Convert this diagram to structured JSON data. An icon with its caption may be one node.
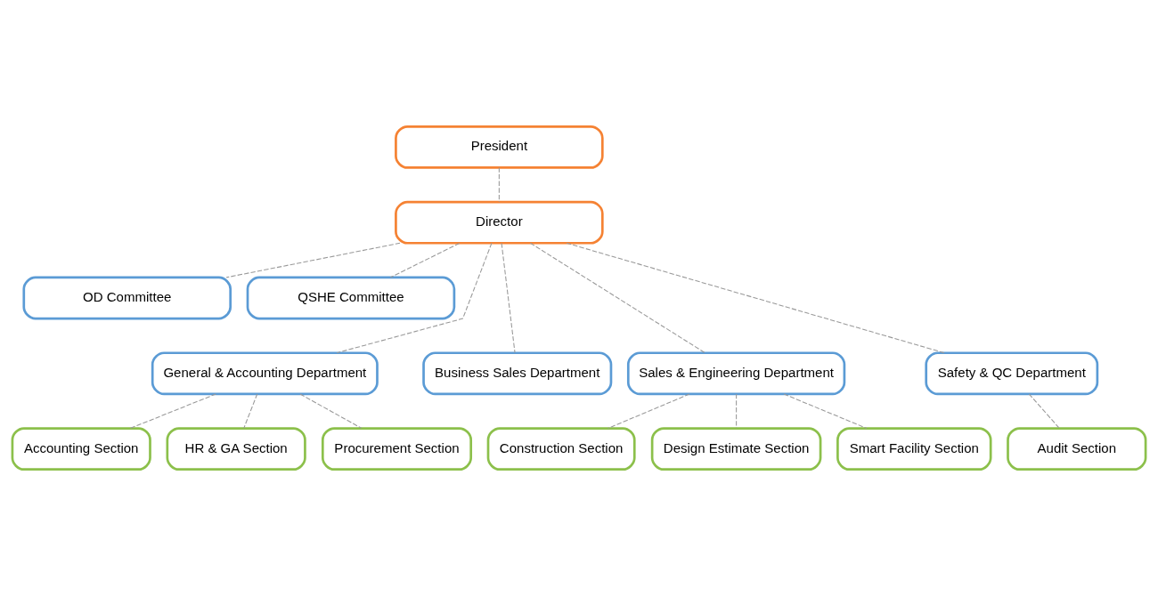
{
  "diagram": {
    "nodes": [
      {
        "text": [
          "President"
        ]
      },
      {
        "text": [
          "Director"
        ]
      },
      {
        "text": [
          "OD Committee"
        ]
      },
      {
        "text": [
          "QSHE Committee"
        ]
      },
      {
        "text": [
          "General & Accounting Department"
        ]
      },
      {
        "text": [
          "Business Sales Department"
        ]
      },
      {
        "text": [
          "Sales & Engineering Department"
        ]
      },
      {
        "text": [
          "Safety & QC Department"
        ]
      },
      {
        "text": [
          "Accounting Section"
        ]
      },
      {
        "text": [
          "HR & GA Section"
        ]
      },
      {
        "text": [
          "Procurement Section"
        ]
      },
      {
        "text": [
          "Construction Section"
        ]
      },
      {
        "text": [
          "Design Estimate Section"
        ]
      },
      {
        "text": [
          "Smart Facility Section"
        ]
      },
      {
        "text": [
          "Audit Section"
        ]
      }
    ],
    "edges": [
      {
        "from": 0,
        "to": 1,
        "arrow": "none",
        "style": "dashed"
      },
      {
        "from": 1,
        "to": 2,
        "arrow": "none",
        "style": "dashed"
      },
      {
        "from": 1,
        "to": 3,
        "arrow": "none",
        "style": "dashed"
      },
      {
        "from": 1,
        "to": 4,
        "arrow": "none",
        "style": "dashed"
      },
      {
        "from": 1,
        "to": 5,
        "arrow": "none",
        "style": "dashed"
      },
      {
        "from": 1,
        "to": 6,
        "arrow": "none",
        "style": "dashed"
      },
      {
        "from": 1,
        "to": 7,
        "arrow": "none",
        "style": "dashed"
      },
      {
        "from": 4,
        "to": 8,
        "arrow": "none",
        "style": "dashed"
      },
      {
        "from": 4,
        "to": 9,
        "arrow": "none",
        "style": "dashed"
      },
      {
        "from": 4,
        "to": 10,
        "arrow": "none",
        "style": "dashed"
      },
      {
        "from": 6,
        "to": 11,
        "arrow": "none",
        "style": "dashed"
      },
      {
        "from": 6,
        "to": 12,
        "arrow": "none",
        "style": "dashed"
      },
      {
        "from": 6,
        "to": 13,
        "arrow": "none",
        "style": "dashed"
      },
      {
        "from": 7,
        "to": 14,
        "arrow": "none",
        "style": "dashed"
      }
    ]
  }
}
